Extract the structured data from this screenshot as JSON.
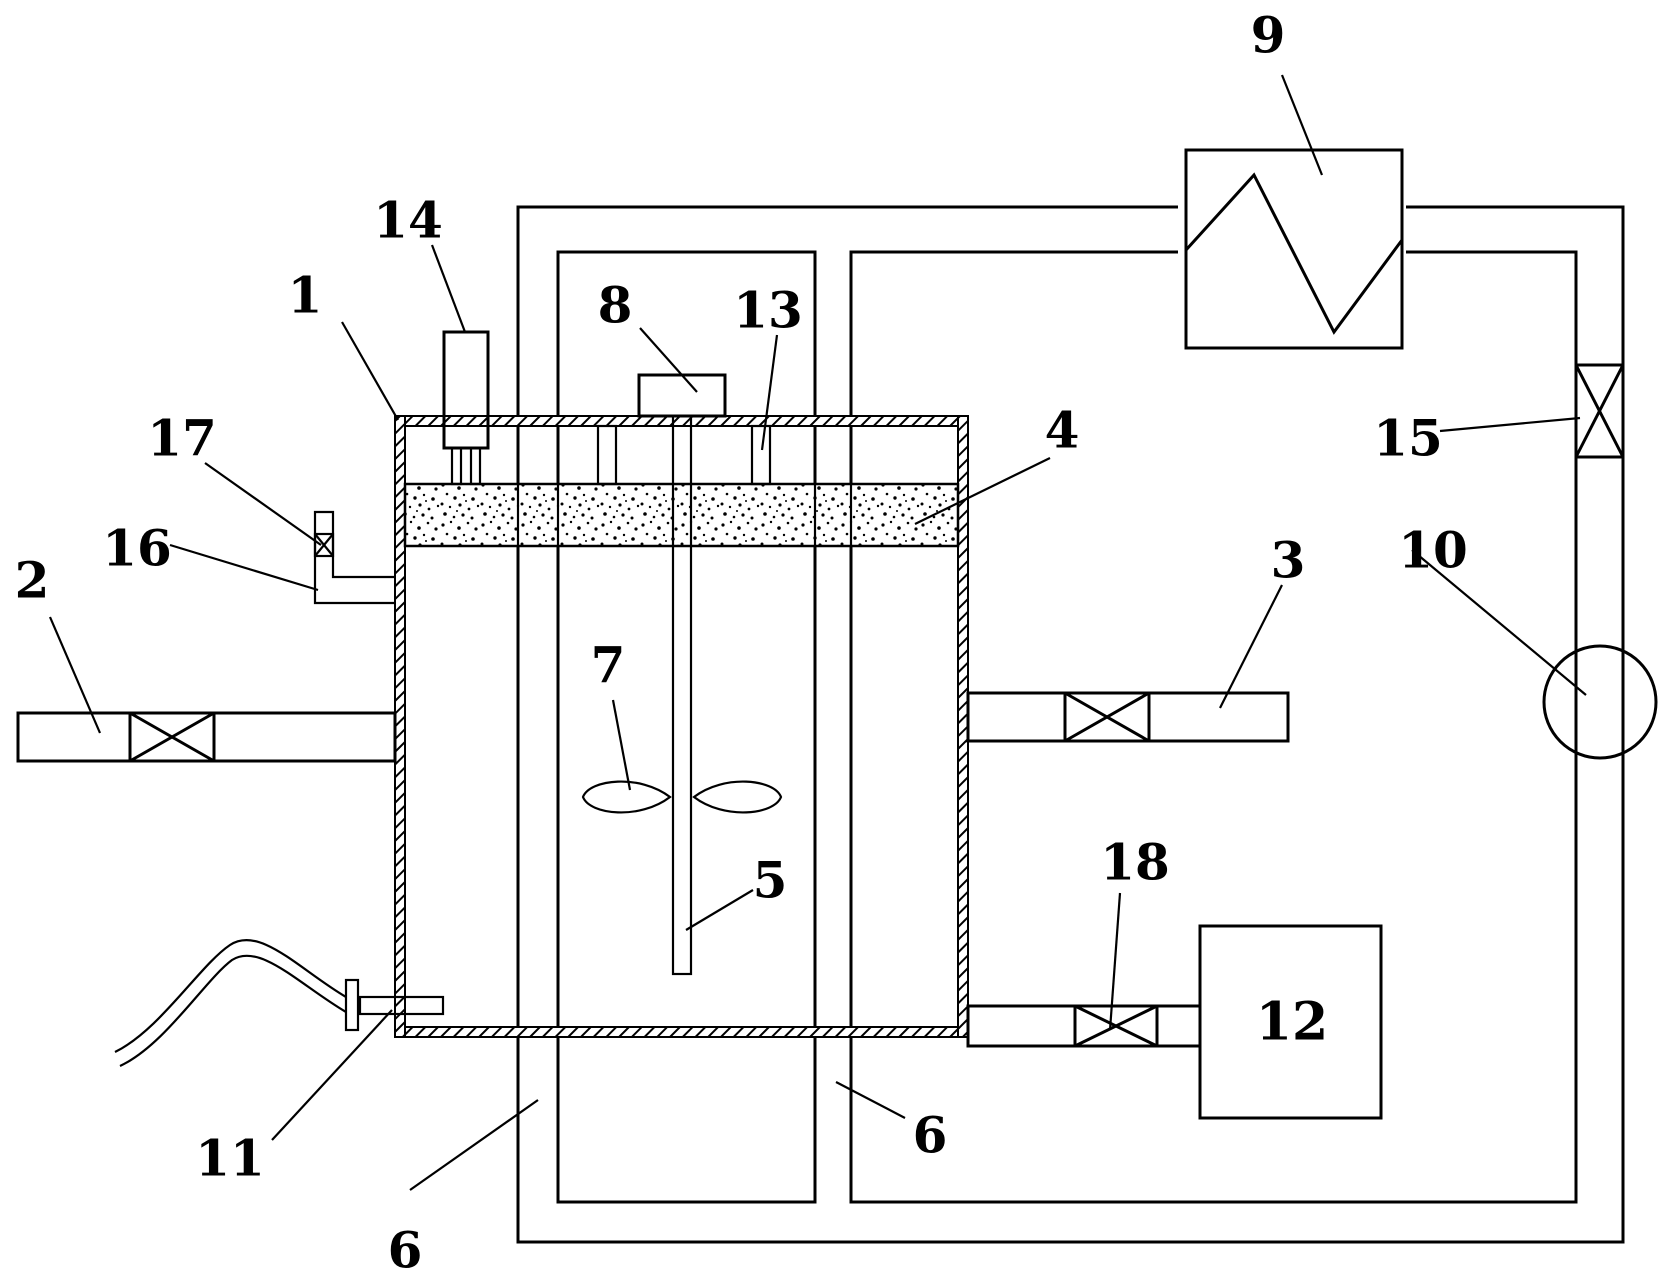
{
  "labels": {
    "l1": "1",
    "l2": "2",
    "l3": "3",
    "l4": "4",
    "l5": "5",
    "l6a": "6",
    "l6b": "6",
    "l7": "7",
    "l8": "8",
    "l9": "9",
    "l10": "10",
    "l11": "11",
    "l12": "12",
    "l13": "13",
    "l14": "14",
    "l15": "15",
    "l16": "16",
    "l17": "17",
    "l18": "18"
  },
  "colors": {
    "line": "#000000",
    "background": "#ffffff"
  }
}
